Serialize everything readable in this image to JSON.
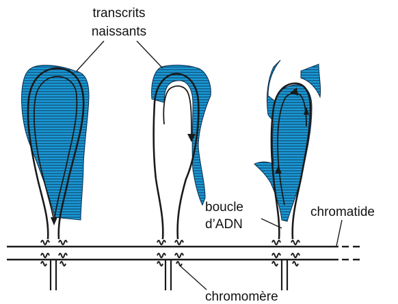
{
  "labels": {
    "transcripts_line1": "transcrits",
    "transcripts_line2": "naissants",
    "dna_loop_line1": "boucle",
    "dna_loop_line2": "d’ADN",
    "chromatid": "chromatide",
    "chromomere": "chromomère"
  },
  "colors": {
    "transcript_fill": "#1a9bd7",
    "transcript_stroke": "#0b2a4a",
    "line": "#1a1a1a",
    "background": "#ffffff"
  }
}
